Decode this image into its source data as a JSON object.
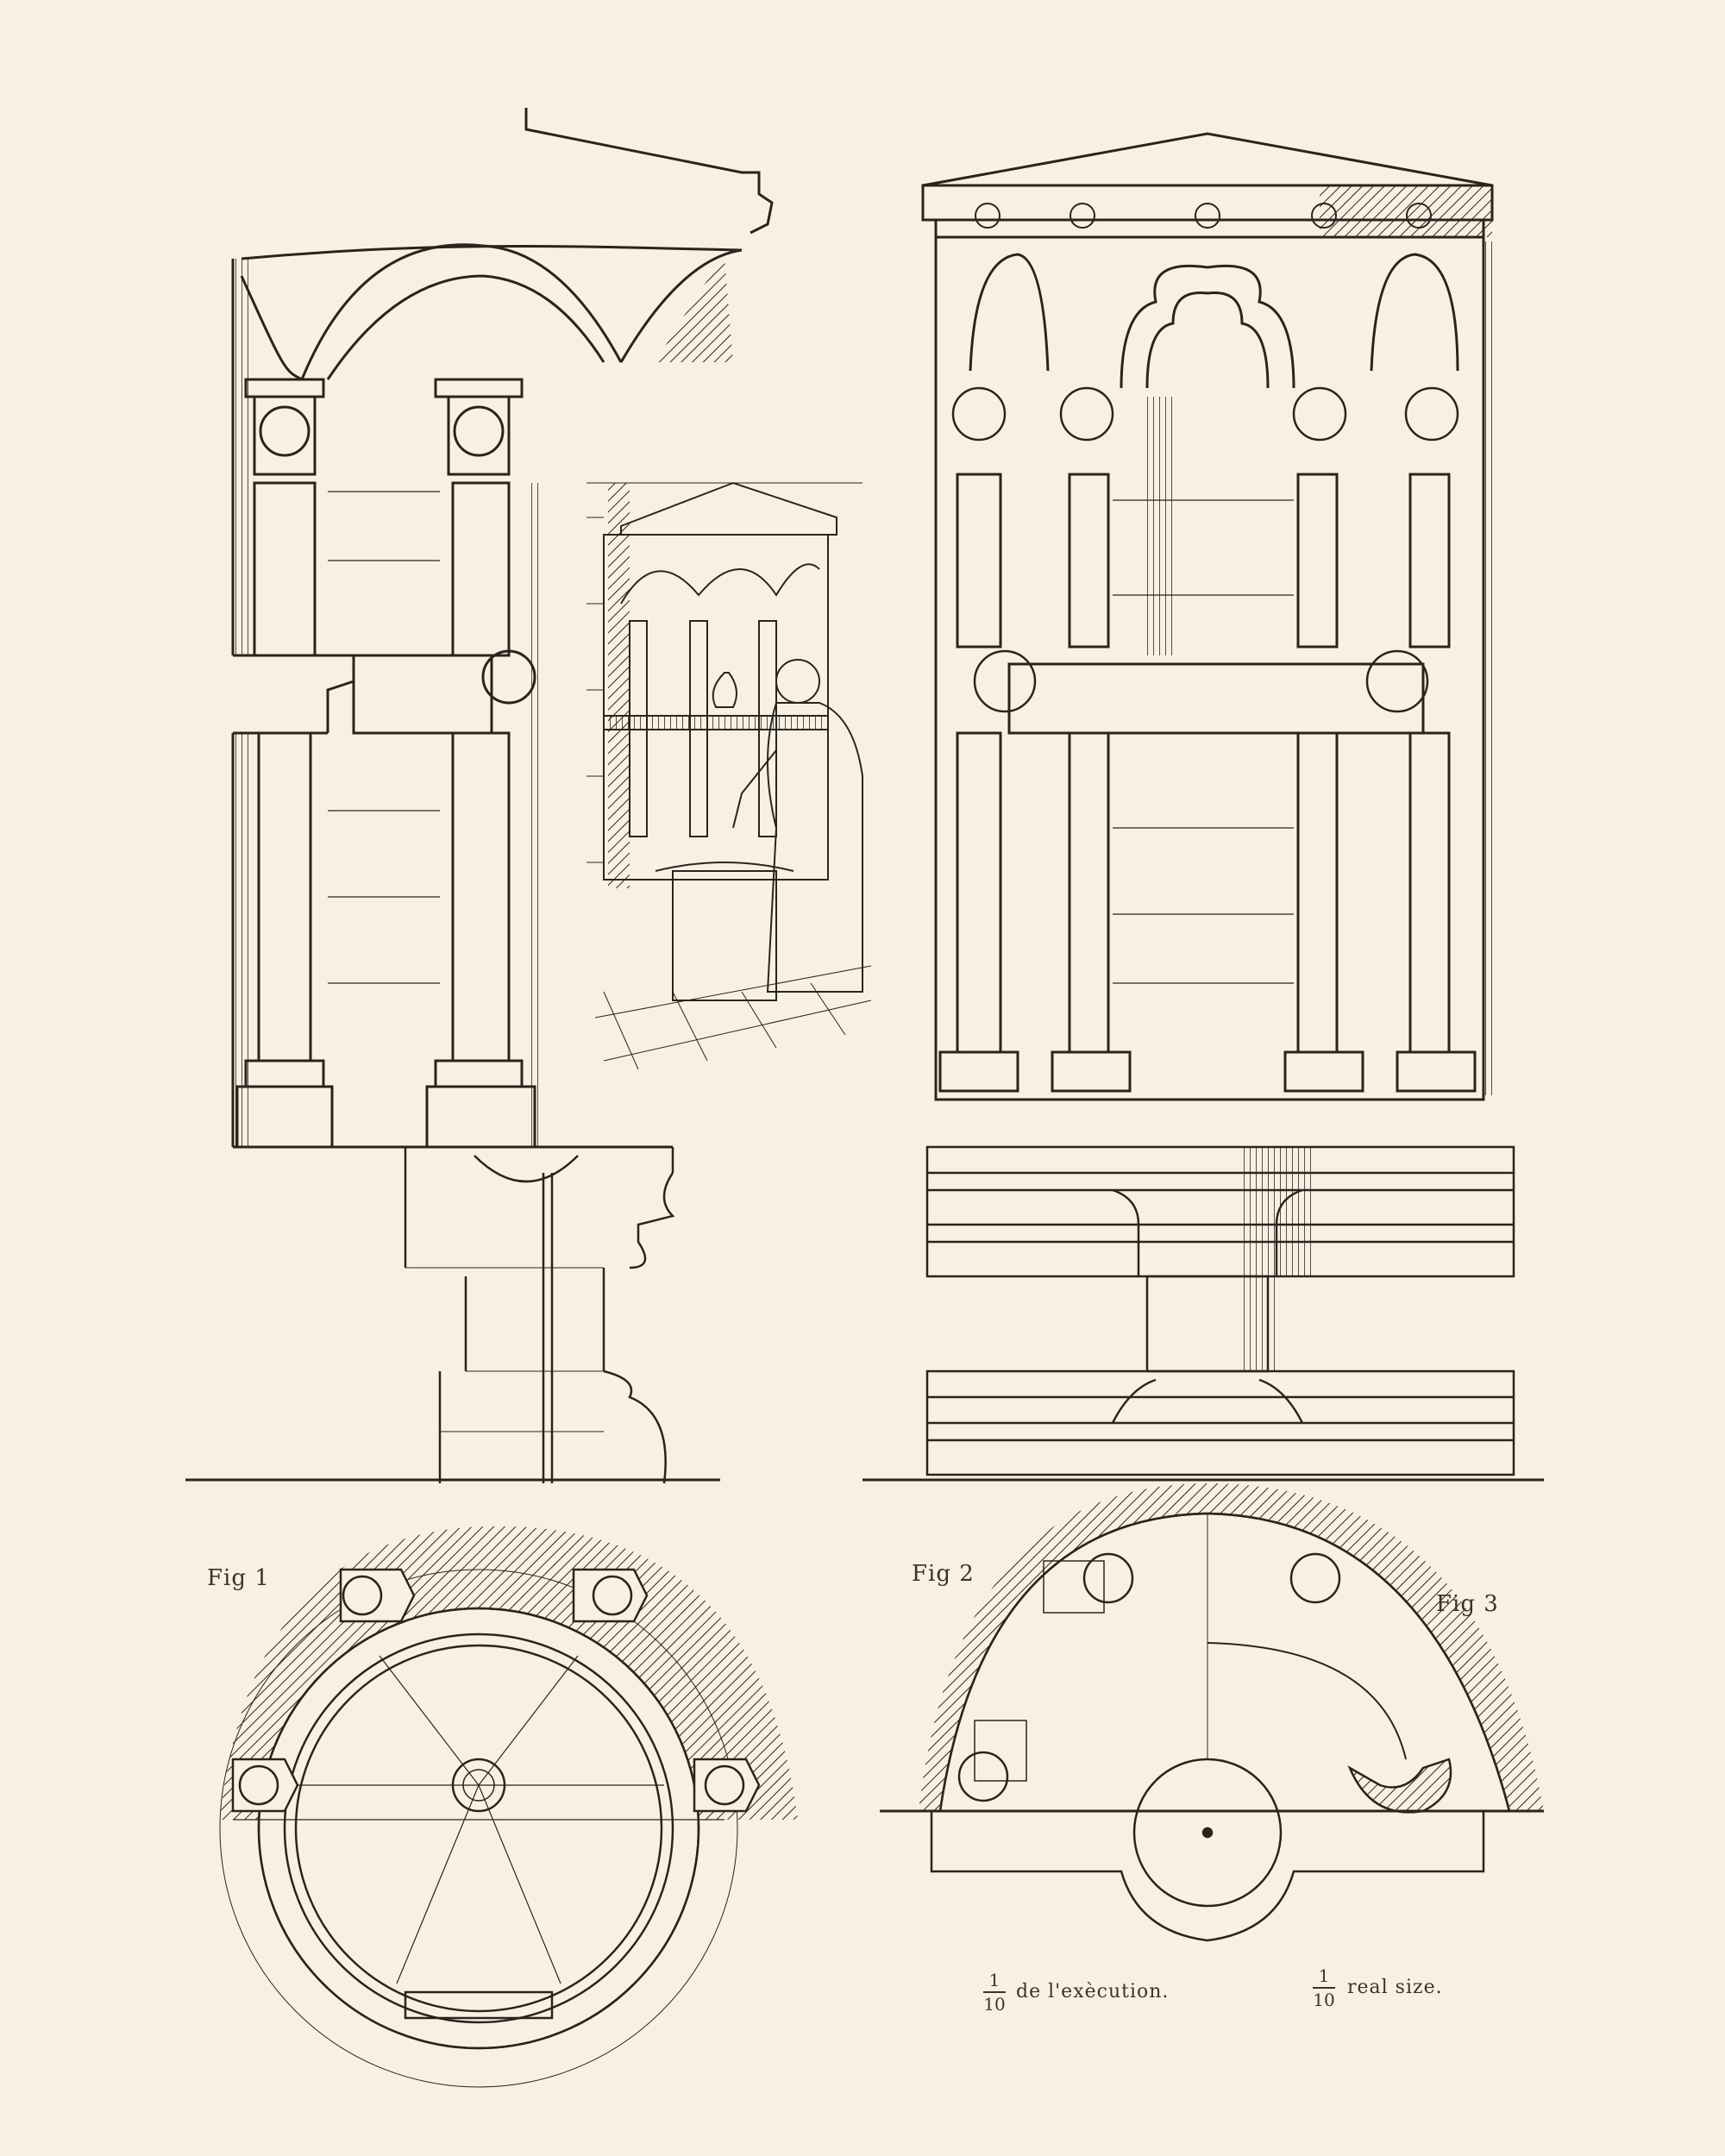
{
  "figures": {
    "fig1": "Fig 1",
    "fig2": "Fig 2",
    "fig3": "Fig 3"
  },
  "scale_notes": [
    {
      "numerator": "1",
      "denominator": "10",
      "text": "de l'exècution."
    },
    {
      "numerator": "1",
      "denominator": "10",
      "text": "real size."
    }
  ],
  "colors": {
    "paper": "#f8f1e3",
    "ink": "#2a241d"
  }
}
